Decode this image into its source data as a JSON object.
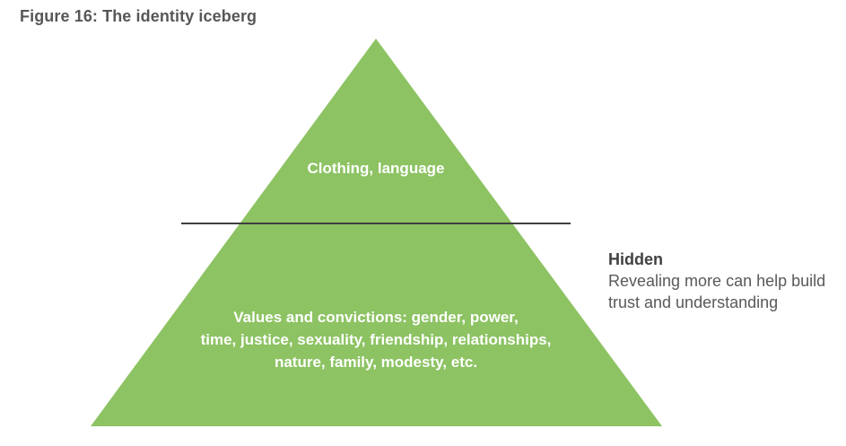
{
  "figure": {
    "title": "Figure 16: The identity iceberg"
  },
  "iceberg": {
    "visible_label": "Clothing, language",
    "hidden_label_lines": [
      "Values and convictions: gender, power,",
      "time, justice, sexuality, friendship, relationships,",
      "nature, family, modesty, etc."
    ],
    "triangle_color": "#8dc363",
    "waterline_color": "#3f3f3f",
    "label_color": "#ffffff"
  },
  "annotation": {
    "heading": "Hidden",
    "body_lines": [
      "Revealing more can help build",
      "trust and understanding"
    ],
    "heading_color": "#414042",
    "body_color": "#58595b"
  }
}
